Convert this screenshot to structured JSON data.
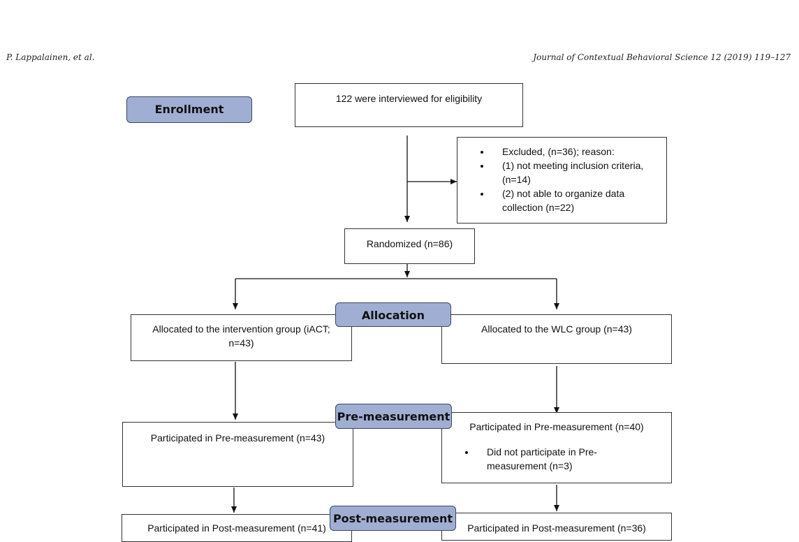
{
  "running_head": {
    "left": "P. Lappalainen, et al.",
    "right": "Journal of Contextual Behavioral Science 12 (2019) 119–127"
  },
  "labels": {
    "enrollment": "Enrollment",
    "allocation": "Allocation",
    "pre_measurement": "Pre-measurement",
    "post_measurement": "Post-measurement"
  },
  "boxes": {
    "interviewed": "122 were interviewed for eligibility",
    "excluded": [
      "Excluded, (n=36); reason:",
      "(1) not meeting inclusion criteria, (n=14)",
      "(2) not able to organize data collection (n=22)"
    ],
    "randomized": "Randomized (n=86)",
    "alloc_intervention": "Allocated to the intervention group (iACT; n=43)",
    "alloc_wlc": "Allocated to the WLC group (n=43)",
    "pre_intervention": "Participated in Pre-measurement (n=43)",
    "pre_wlc": "Participated in Pre-measurement (n=40)",
    "pre_wlc_note": "Did not participate in Pre-measurement (n=3)",
    "post_intervention": "Participated in Post-measurement (n=41)",
    "post_wlc": "Participated in Post-measurement (n=36)"
  }
}
